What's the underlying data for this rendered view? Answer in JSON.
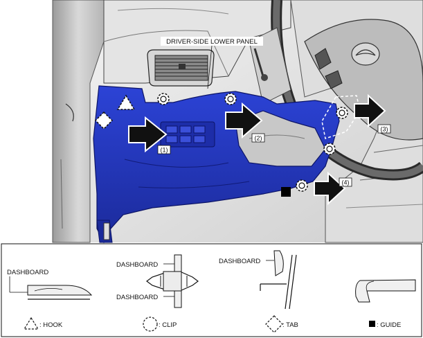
{
  "illustration": {
    "panel_label": "DRIVER-SIDE LOWER PANEL",
    "steps": [
      "(1)",
      "(2)",
      "(3)",
      "(4)"
    ],
    "highlight_color": "#2437c4"
  },
  "legend": {
    "dashboard_hook": "DASHBOARD",
    "dashboard_clip_top": "DASHBOARD",
    "dashboard_clip_bottom": "DASHBOARD",
    "dashboard_tab": "DASHBOARD",
    "hook": ": HOOK",
    "clip": ": CLIP",
    "tab": ": TAB",
    "guide": ": GUIDE"
  },
  "icons": [
    "hook-triangle-icon",
    "clip-circle-icon",
    "tab-diamond-icon",
    "guide-square-icon",
    "removal-arrow-icon"
  ]
}
